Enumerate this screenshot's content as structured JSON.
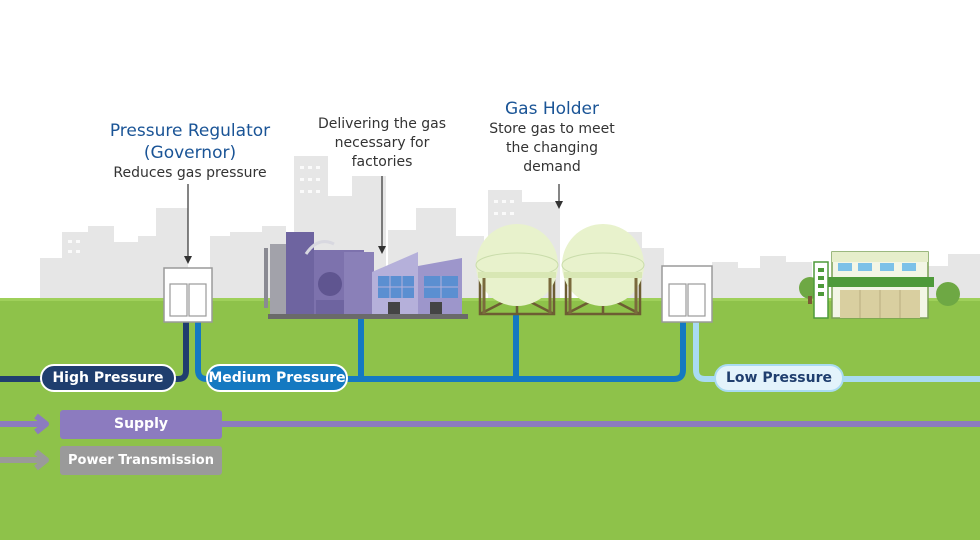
{
  "colors": {
    "ground": "#8ec24a",
    "high_pressure": "#1f3e6e",
    "medium_pressure": "#1479c1",
    "low_pressure": "#a9dbf2",
    "supply": "#8c7bbf",
    "power": "#9a9a9a",
    "title_blue": "#1a5496"
  },
  "labels": {
    "regulator": {
      "title": "Pressure Regulator (Governor)",
      "desc": "Reduces gas pressure"
    },
    "factory": {
      "desc": "Delivering the gas necessary for factories"
    },
    "holder": {
      "title": "Gas Holder",
      "desc": "Store gas to meet the changing demand"
    }
  },
  "pressure_labels": {
    "high": "High Pressure",
    "medium": "Medium Pressure",
    "low": "Low Pressure"
  },
  "legend": {
    "supply": "Supply",
    "power": "Power Transmission"
  },
  "icons": [
    "arrow-right-icon",
    "pressure-regulator-icon",
    "factory-icon",
    "gas-holder-icon",
    "shop-icon",
    "city-skyline-icon"
  ]
}
